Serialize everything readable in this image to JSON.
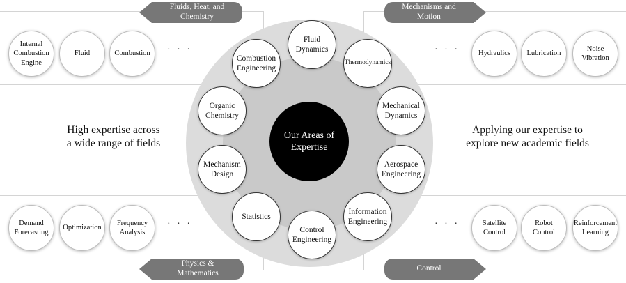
{
  "center": {
    "line1": "Our Areas of",
    "line2": "Expertise"
  },
  "ring": [
    {
      "line1": "Fluid",
      "line2": "Dynamics"
    },
    {
      "line1": "Thermodynamics",
      "line2": ""
    },
    {
      "line1": "Mechanical",
      "line2": "Dynamics"
    },
    {
      "line1": "Aerospace",
      "line2": "Engineering"
    },
    {
      "line1": "Information",
      "line2": "Engineering"
    },
    {
      "line1": "Control",
      "line2": "Engineering"
    },
    {
      "line1": "Statistics",
      "line2": ""
    },
    {
      "line1": "Mechanism",
      "line2": "Design"
    },
    {
      "line1": "Organic",
      "line2": "Chemistry"
    },
    {
      "line1": "Combustion",
      "line2": "Engineering"
    }
  ],
  "panels": {
    "top_left": {
      "tag": {
        "line1": "Fluids, Heat, and",
        "line2": "Chemistry"
      },
      "items": [
        {
          "line1": "Internal",
          "line2": "Combustion",
          "line3": "Engine"
        },
        {
          "line1": "Fluid",
          "line2": "",
          "line3": ""
        },
        {
          "line1": "Combustion",
          "line2": "",
          "line3": ""
        }
      ],
      "ellipsis": "· · ·"
    },
    "top_right": {
      "tag": {
        "line1": "Mechanisms and",
        "line2": "Motion"
      },
      "items": [
        {
          "line1": "Hydraulics",
          "line2": ""
        },
        {
          "line1": "Lubrication",
          "line2": ""
        },
        {
          "line1": "Noise",
          "line2": "Vibration"
        }
      ],
      "ellipsis": "· · ·"
    },
    "bottom_left": {
      "tag": {
        "line1": "Physics &",
        "line2": "Mathematics"
      },
      "items": [
        {
          "line1": "Demand",
          "line2": "Forecasting"
        },
        {
          "line1": "Optimization",
          "line2": ""
        },
        {
          "line1": "Frequency",
          "line2": "Analysis"
        }
      ],
      "ellipsis": "· · ·"
    },
    "bottom_right": {
      "tag": {
        "line1": "Control",
        "line2": ""
      },
      "items": [
        {
          "line1": "Satellite",
          "line2": "Control"
        },
        {
          "line1": "Robot",
          "line2": "Control"
        },
        {
          "line1": "Reinforcement",
          "line2": "Learning"
        }
      ],
      "ellipsis": "· · ·"
    }
  },
  "side_text": {
    "left": {
      "line1": "High expertise across",
      "line2": "a wide range of fields"
    },
    "right": {
      "line1": "Applying our expertise to",
      "line2": "explore new academic fields"
    }
  },
  "colors": {
    "core": "#000000",
    "tag": "#777777",
    "ring_outer": "#dcdcdc",
    "ring_inner": "#c9c9c9"
  }
}
